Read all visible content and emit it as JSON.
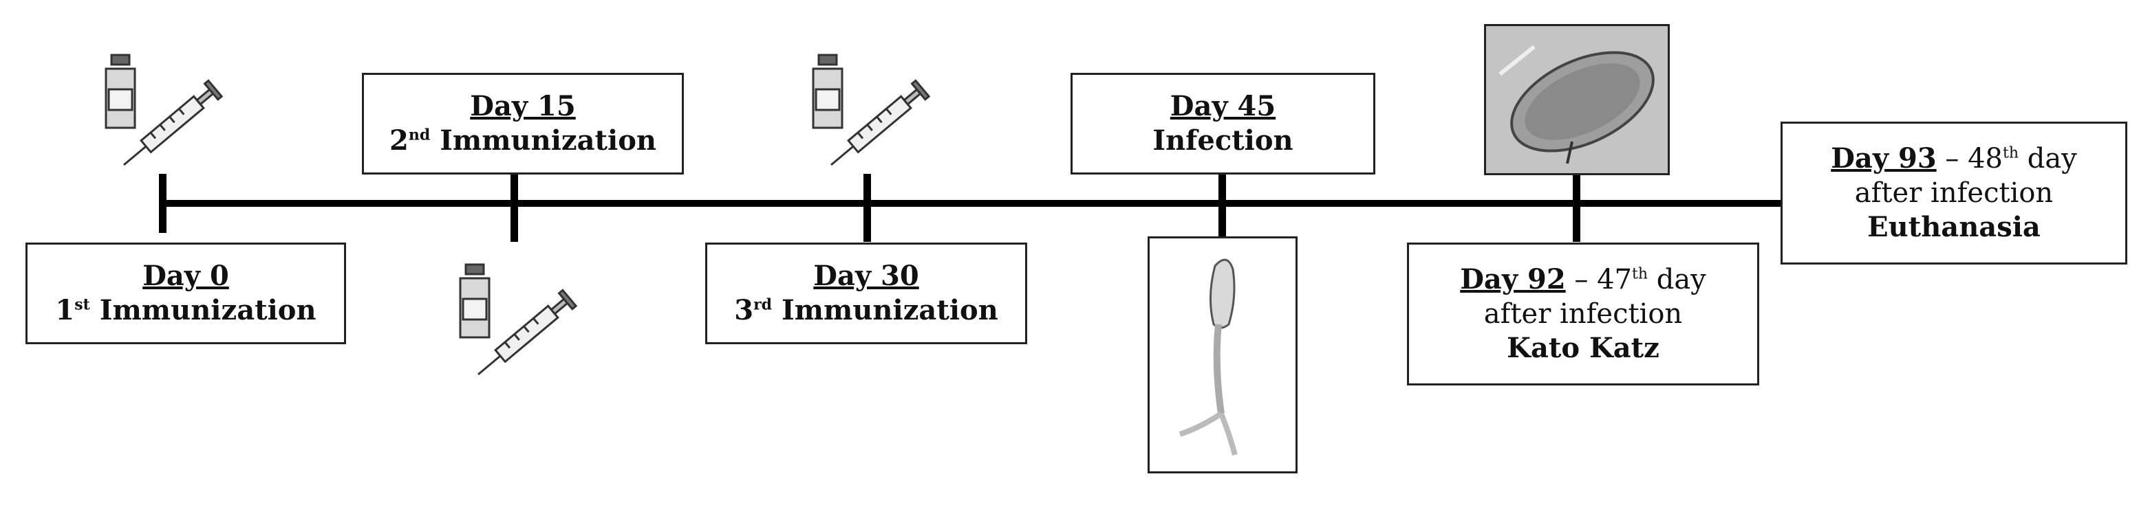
{
  "timeline": {
    "events": [
      {
        "day": "Day 0",
        "ord_num": "1",
        "ord_suffix": "st",
        "label": "Immunization"
      },
      {
        "day": "Day 15",
        "ord_num": "2",
        "ord_suffix": "nd",
        "label": "Immunization"
      },
      {
        "day": "Day 30",
        "ord_num": "3",
        "ord_suffix": "rd",
        "label": "Immunization"
      },
      {
        "day": "Day 45",
        "label": "Infection"
      },
      {
        "day": "Day 92",
        "dash": " – 47",
        "dash_suffix": "th",
        "dash_rest": " day",
        "line2": "after infection",
        "label": "Kato Katz"
      },
      {
        "day": "Day 93",
        "dash": " – 48",
        "dash_suffix": "th",
        "dash_rest": " day",
        "line2": "after infection",
        "label": "Euthanasia"
      }
    ]
  },
  "icons": {
    "vaccine": "syringe-and-vial-icon",
    "cercaria": "schistosome-cercaria-image",
    "egg": "schistosome-egg-micrograph"
  }
}
